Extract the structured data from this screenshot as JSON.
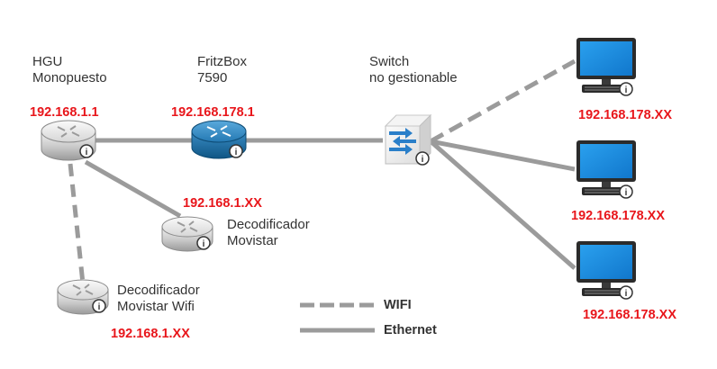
{
  "nodes": {
    "hgu": {
      "name_line1": "HGU",
      "name_line2": "Monopuesto",
      "ip": "192.168.1.1"
    },
    "fritzbox": {
      "name_line1": "FritzBox",
      "name_line2": "7590",
      "ip": "192.168.178.1"
    },
    "switch": {
      "name_line1": "Switch",
      "name_line2": "no gestionable"
    },
    "decoder1": {
      "name_line1": "Decodificador",
      "name_line2": "Movistar",
      "ip": "192.168.1.XX"
    },
    "decoder2": {
      "name_line1": "Decodificador",
      "name_line2": "Movistar Wifi",
      "ip": "192.168.1.XX"
    },
    "pc1": {
      "ip": "192.168.178.XX"
    },
    "pc2": {
      "ip": "192.168.178.XX"
    },
    "pc3": {
      "ip": "192.168.178.XX"
    }
  },
  "legend": {
    "wifi": "WIFI",
    "ethernet": "Ethernet"
  },
  "colors": {
    "ip_text": "#e8161b",
    "line": "#9b9b9b",
    "monitor": "#1e8fe0",
    "router_blue": "#1a6fa6"
  },
  "icons": {
    "router": "router-icon",
    "switch": "switch-icon",
    "computer": "computer-icon",
    "info": "info-icon"
  }
}
